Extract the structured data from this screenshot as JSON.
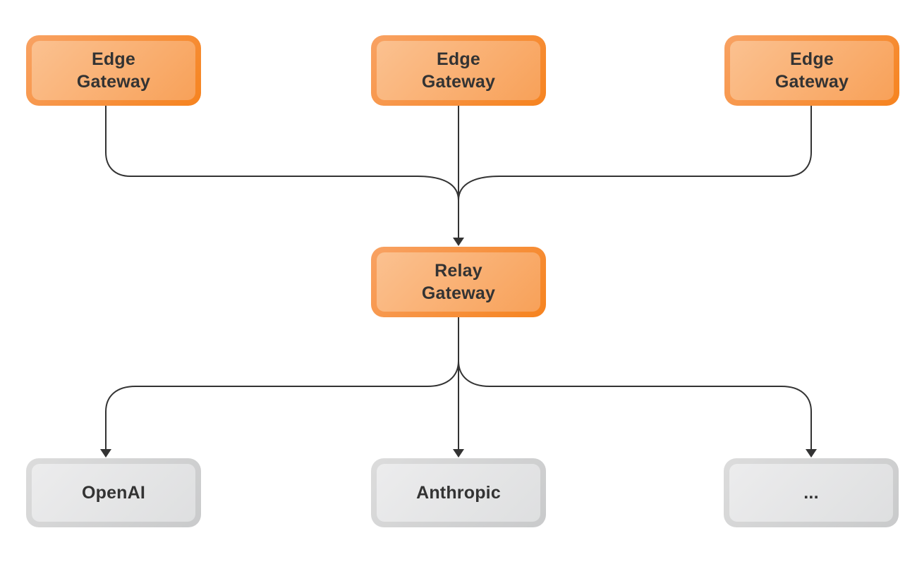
{
  "diagram": {
    "type": "flowchart",
    "direction": "top-down",
    "background_color": "#ffffff",
    "connector_color": "#333333",
    "node_styles": {
      "gateway_frame_gradient": [
        "#f8a263",
        "#f6831f"
      ],
      "gateway_fill_gradient": [
        "#fbc190",
        "#f8a159"
      ],
      "provider_frame_gradient": [
        "#dcdcdc",
        "#c9cacb"
      ],
      "provider_fill_gradient": [
        "#ececed",
        "#dedfe0"
      ],
      "label_color": "#333333"
    },
    "nodes": {
      "edge_gateway_1": {
        "label": "Edge\nGateway"
      },
      "edge_gateway_2": {
        "label": "Edge\nGateway"
      },
      "edge_gateway_3": {
        "label": "Edge\nGateway"
      },
      "relay_gateway": {
        "label": "Relay\nGateway"
      },
      "provider_openai": {
        "label": "OpenAI"
      },
      "provider_anthropic": {
        "label": "Anthropic"
      },
      "provider_more": {
        "label": "..."
      }
    },
    "edges": [
      {
        "from": "edge_gateway_1",
        "to": "relay_gateway"
      },
      {
        "from": "edge_gateway_2",
        "to": "relay_gateway"
      },
      {
        "from": "edge_gateway_3",
        "to": "relay_gateway"
      },
      {
        "from": "relay_gateway",
        "to": "provider_openai"
      },
      {
        "from": "relay_gateway",
        "to": "provider_anthropic"
      },
      {
        "from": "relay_gateway",
        "to": "provider_more"
      }
    ]
  }
}
